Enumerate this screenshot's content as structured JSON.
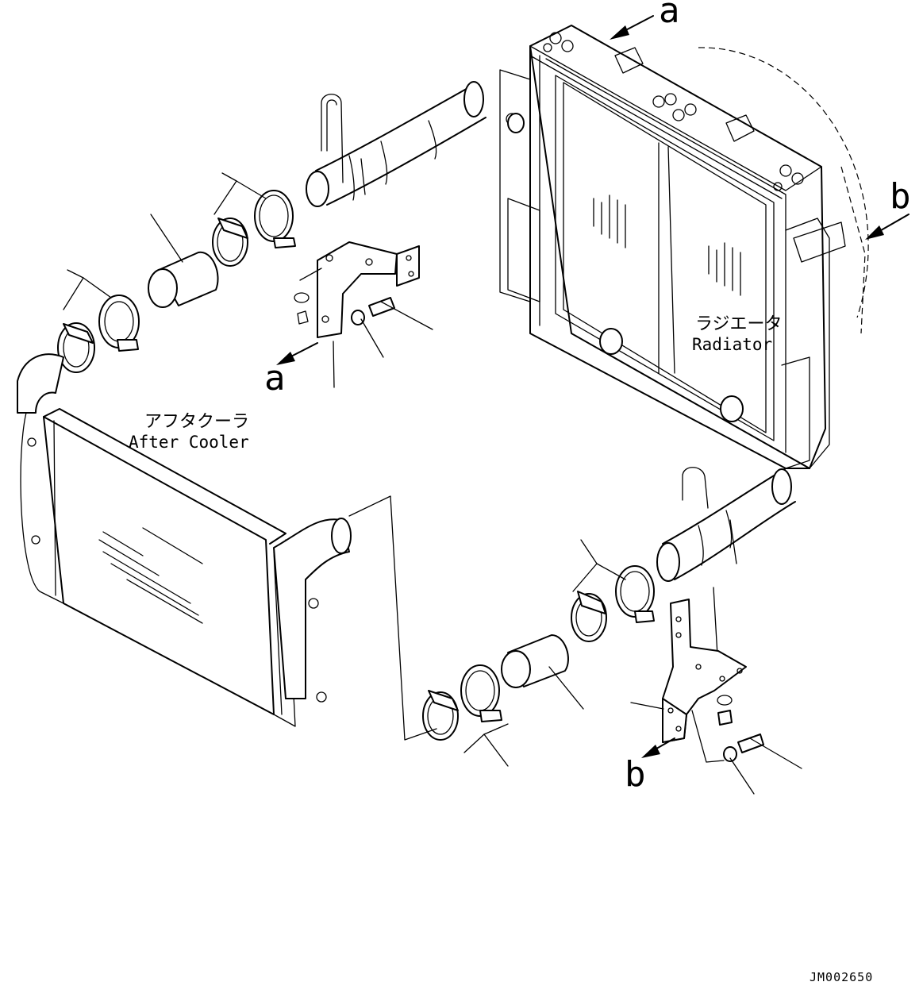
{
  "labels": {
    "after_cooler_jp": "アフタクーラ",
    "after_cooler_en": "After Cooler",
    "radiator_jp": "ラジエータ",
    "radiator_en": "Radiator"
  },
  "callouts": {
    "a_top": "a",
    "a_bracket": "a",
    "b_right": "b",
    "b_bracket": "b"
  },
  "drawing_number": "JM002650"
}
